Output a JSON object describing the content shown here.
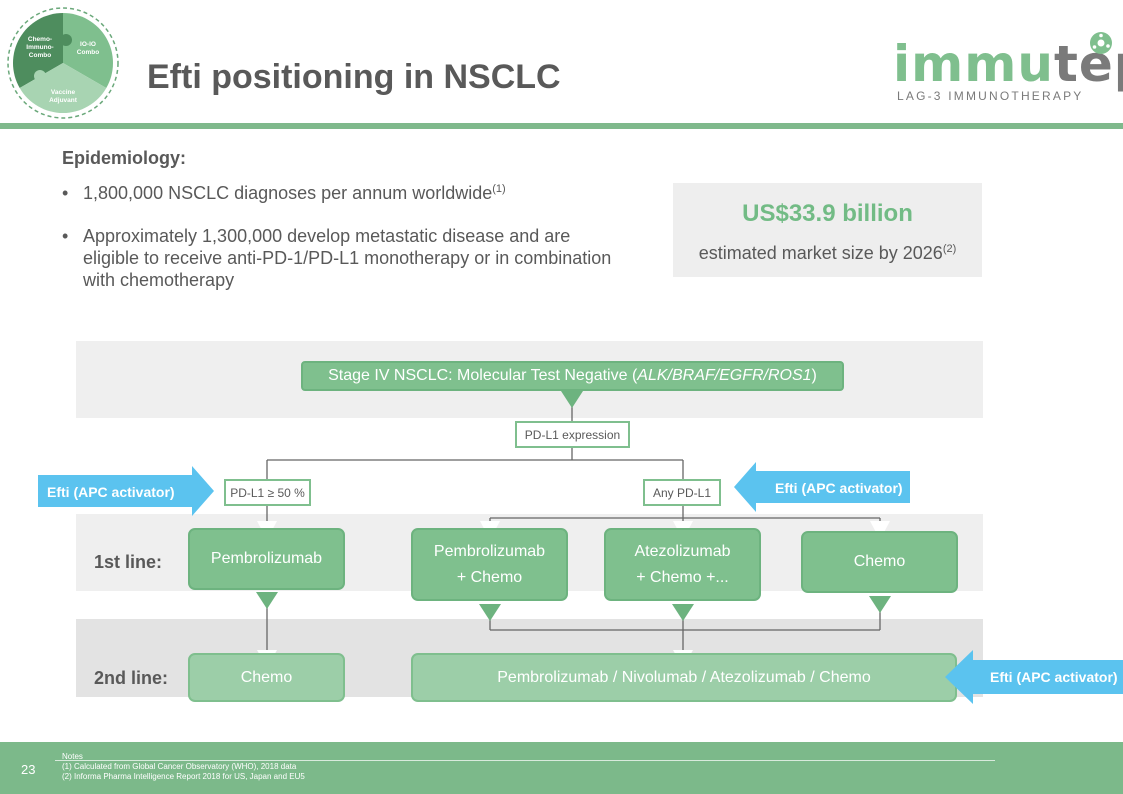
{
  "header": {
    "title": "Efti positioning in NSCLC",
    "badge": {
      "segments": [
        "Chemo-",
        "Immuno-",
        "Combo"
      ],
      "segment2": [
        "IO-IO",
        "Combo"
      ],
      "segment3": [
        "Vaccine",
        "Adjuvant"
      ]
    },
    "logo": {
      "word_part1": "immu",
      "word_part2": "tep",
      "tagline": "LAG-3 IMMUNOTHERAPY"
    }
  },
  "epidemiology": {
    "heading": "Epidemiology:",
    "bullets": [
      {
        "text": "1,800,000 NSCLC diagnoses per annum worldwide",
        "sup": "(1)"
      },
      {
        "text": "Approximately 1,300,000 develop metastatic disease and are eligible to receive anti-PD-1/PD-L1 monotherapy or in combination with chemotherapy",
        "sup": ""
      }
    ]
  },
  "market": {
    "value": "US$33.9 billion",
    "description": "estimated market size by 2026",
    "sup": "(2)"
  },
  "flow": {
    "stage_prefix": "Stage IV NSCLC: Molecular Test Negative (",
    "stage_italic": "ALK/BRAF/EGFR/ROS1",
    "stage_suffix": ")",
    "pdl1_expression": "PD-L1 expression",
    "pdl1_high": "PD-L1 ≥ 50 %",
    "pdl1_any": "Any PD-L1",
    "first_line_label": "1st line:",
    "second_line_label": "2nd line:",
    "first_line": [
      {
        "line1": "Pembrolizumab",
        "line2": ""
      },
      {
        "line1": "Pembrolizumab",
        "line2": "+ Chemo"
      },
      {
        "line1": "Atezolizumab",
        "line2": "+ Chemo +..."
      },
      {
        "line1": "Chemo",
        "line2": ""
      }
    ],
    "second_line": [
      {
        "text": "Chemo"
      },
      {
        "text": "Pembrolizumab / Nivolumab / Atezolizumab / Chemo"
      }
    ],
    "efti_label": "Efti (APC activator)"
  },
  "footer": {
    "page_number": "23",
    "notes_title": "Notes",
    "notes": [
      "(1)  Calculated from Global Cancer Observatory (WHO), 2018 data",
      "(2)  Informa Pharma Intelligence Report 2018 for US, Japan and EU5"
    ]
  },
  "colors": {
    "brand_green": "#7fc08e",
    "accent_blue": "#5bc3ef",
    "text_gray": "#595959",
    "band_light": "#efefef",
    "band_dark": "#e3e3e3"
  }
}
